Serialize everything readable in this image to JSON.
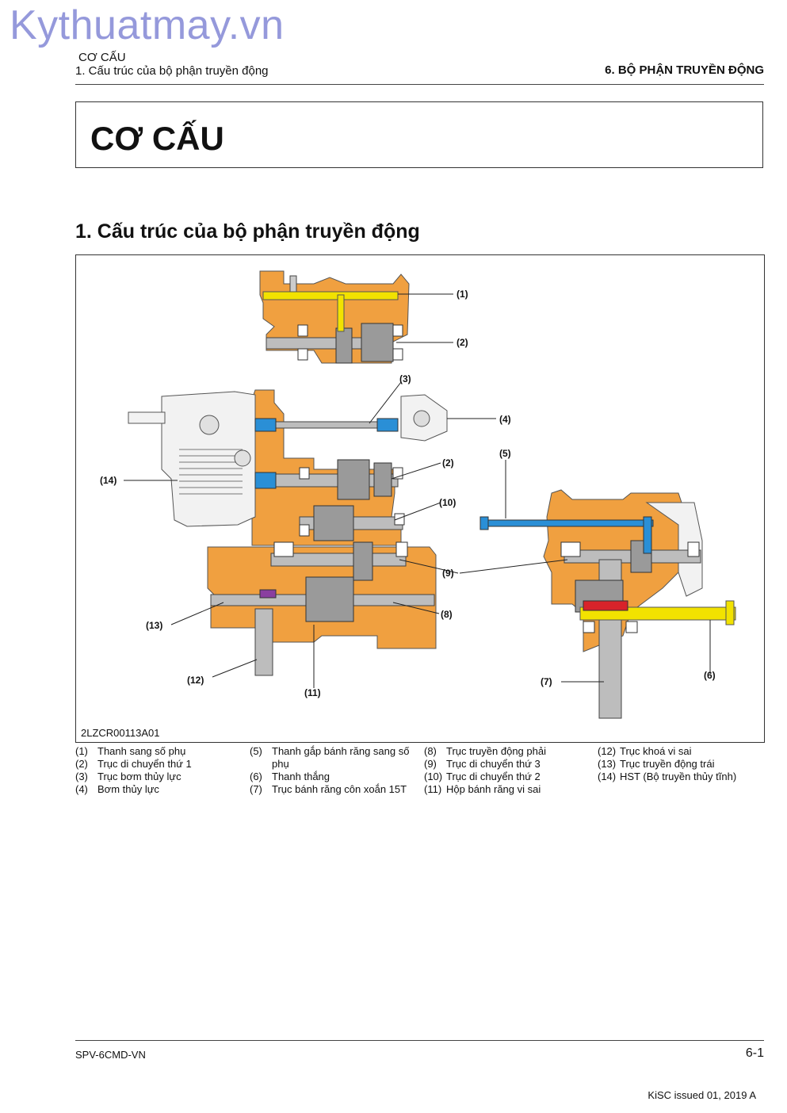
{
  "watermark": "Kythuatmay.vn",
  "header": {
    "chapter": "CƠ CẤU",
    "section": "1. Cấu trúc của bộ phận truyền động",
    "right": "6. BỘ PHẬN TRUYỀN ĐỘNG"
  },
  "title": "CƠ CẤU",
  "section_title": "1. Cấu trúc của bộ phận truyền động",
  "figure": {
    "code": "2LZCR00113A01",
    "callouts": [
      "(1)",
      "(2)",
      "(3)",
      "(4)",
      "(2)",
      "(5)",
      "(10)",
      "(14)",
      "(9)",
      "(8)",
      "(13)",
      "(6)",
      "(12)",
      "(11)",
      "(7)"
    ]
  },
  "legend": {
    "col1": [
      {
        "num": "(1)",
        "text": "Thanh sang số phụ"
      },
      {
        "num": "(2)",
        "text": "Trục di chuyển thứ 1"
      },
      {
        "num": "(3)",
        "text": "Trục bơm thủy lực"
      },
      {
        "num": "(4)",
        "text": "Bơm thủy lực"
      }
    ],
    "col2": [
      {
        "num": "(5)",
        "text": "Thanh gắp bánh răng sang số phụ"
      },
      {
        "num": "(6)",
        "text": "Thanh thắng"
      },
      {
        "num": "(7)",
        "text": "Trục bánh răng côn xoắn 15T"
      }
    ],
    "col3": [
      {
        "num": "(8)",
        "text": "Trục truyền động phải"
      },
      {
        "num": "(9)",
        "text": "Trục di chuyển thứ 3"
      },
      {
        "num": "(10)",
        "text": "Trục di chuyển thứ 2"
      },
      {
        "num": "(11)",
        "text": "Hộp bánh răng vi sai"
      }
    ],
    "col4": [
      {
        "num": "(12)",
        "text": "Trục khoá vi sai"
      },
      {
        "num": "(13)",
        "text": "Trục truyền động trái"
      },
      {
        "num": "(14)",
        "text": "HST (Bộ truyền thủy tĩnh)"
      }
    ]
  },
  "footer": {
    "doc_code": "SPV-6CMD-VN",
    "page": "6-1",
    "issued": "KiSC issued 01, 2019 A"
  },
  "colors": {
    "housing": "#f0a040",
    "shift_rod": "#f2e200",
    "fork_rod": "#2a8fd6",
    "brake_seal": "#d8232a",
    "shaft": "#b8b8b8"
  }
}
